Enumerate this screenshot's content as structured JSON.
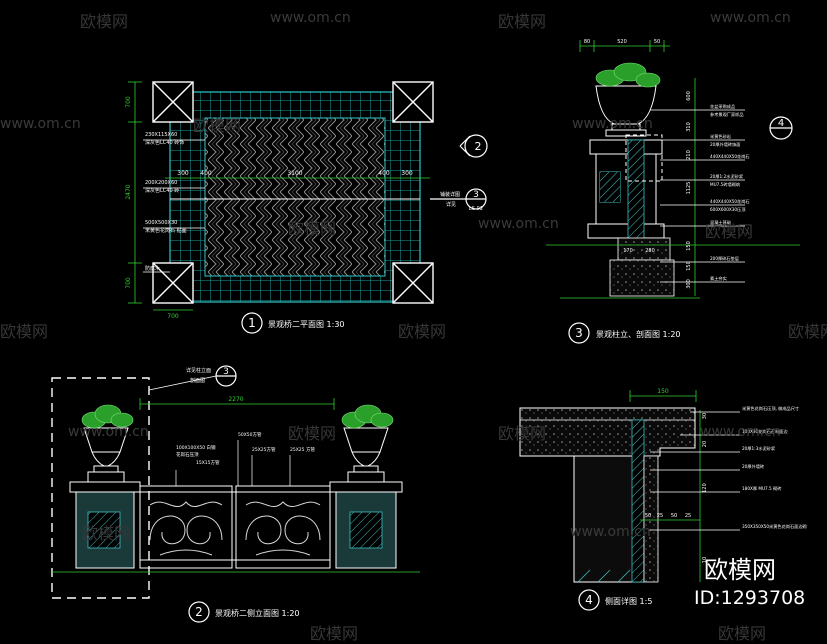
{
  "watermarks": {
    "brand": "欧模网",
    "url": "www.om.cn"
  },
  "corner_badge": {
    "brand": "欧模网",
    "id": "ID:1293708"
  },
  "plan_view": {
    "callout": "1",
    "title": "景观桥二平面图 1:30",
    "dims_top": [
      "300",
      "400",
      "3100",
      "400",
      "300"
    ],
    "dims_left": [
      "700",
      "2470",
      "700"
    ],
    "dim_bottom": "700",
    "left_notes": [
      "230X115X60",
      "深灰色LC40 砖饰",
      "200X200X60",
      "深灰色LC40 砖",
      "500X500X30",
      "米黄色花岗石 贴面",
      "防腐木"
    ],
    "section_mark_2": "2",
    "section_mark_3": "3",
    "right_note": [
      "铺装详图",
      "详见"
    ],
    "right_note_ref": "LS-02"
  },
  "pillar_section": {
    "callout": "3",
    "title": "景观柱立、剖面图 1:20",
    "top_dims": [
      "80",
      "520",
      "50"
    ],
    "detail_mark": "4",
    "side_dims": [
      "600",
      "310",
      "210",
      "1125",
      "150",
      "150",
      "300"
    ],
    "bottom_dims": [
      "170",
      "280"
    ],
    "notes": [
      "花盆采购成品",
      "参考景观厂家样品",
      "米黄色砂岩",
      "20厚外墙砖饰面",
      "440X440X50花岗石",
      "20厚1:2水泥砂浆",
      "MU7.5砖墙砌筑",
      "440X440X50花岗石",
      "600X600X30压顶",
      "混凝土基础",
      "200厚碎石垫层",
      "素土夯实"
    ]
  },
  "elevation_view": {
    "callout": "2",
    "title": "景观桥二侧立面图 1:20",
    "dim_top": "2270",
    "detail_ref_top": [
      "详见柱立面",
      "剖面图"
    ],
    "detail_ref_num": "3",
    "notes": [
      "100X100X50 白钢",
      "花岗石压顶",
      "15X15方管",
      "50X50方管",
      "25X25方管",
      "25X25 方管"
    ]
  },
  "detail_section": {
    "callout": "4",
    "title": "侧面详图  1:5",
    "dim_top": "150",
    "bottom_dims": [
      "50",
      "25",
      "50",
      "25"
    ],
    "side_dims": [
      "30",
      "20",
      "120",
      "10"
    ],
    "notes": [
      "米黄色花岗石压顶, 做成品尺寸",
      "100X30花岗石石材面边",
      "20厚1:3水泥砂浆",
      "20厚外墙砖",
      "180X厚 MU7.5 砌砖",
      "350X350X50米黄色花岗石面边砌"
    ]
  }
}
